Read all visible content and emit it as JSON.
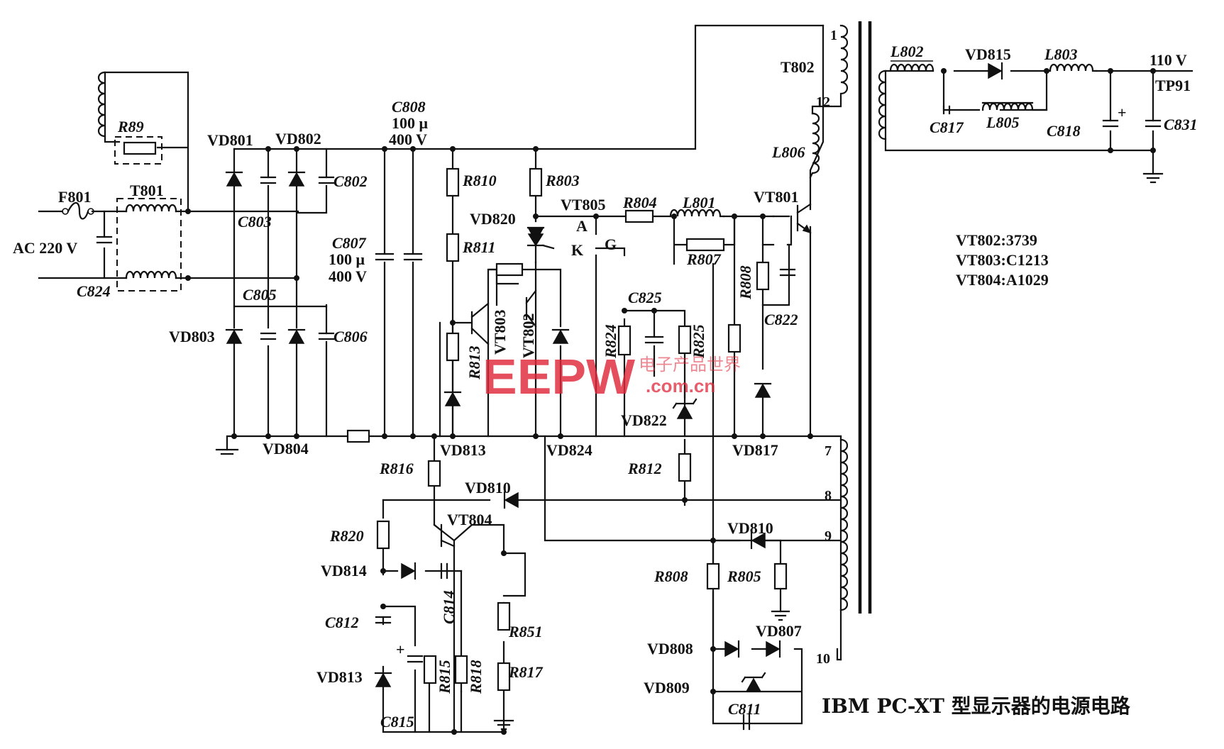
{
  "title": "IBM PC-XT 型显示器的电源电路",
  "watermark": {
    "logo": "EEPW",
    "cn": "电子产品世界",
    "url": ".com.cn"
  },
  "input": {
    "fuse": "F801",
    "source": "AC 220 V",
    "filter_cap": "C824",
    "choke": "T801",
    "bleeder": "R89"
  },
  "rectifier": {
    "diodes": [
      "VD801",
      "VD802",
      "VD803",
      "VD804"
    ],
    "caps": [
      "C803",
      "C802",
      "C805",
      "C806"
    ]
  },
  "bulk_caps": {
    "c808": "C808",
    "c808_val": "100 μ",
    "c808_v": "400 V",
    "c807": "C807",
    "c807_val": "100 μ",
    "c807_v": "400 V"
  },
  "start": {
    "r810": "R810",
    "r811": "R811",
    "r803": "R803",
    "vd820": "VD820",
    "r813": "R813",
    "vt803": "VT803",
    "vt802": "VT802"
  },
  "thyristor": {
    "vt805": "VT805",
    "a": "A",
    "k": "K",
    "g": "G",
    "r804": "R804",
    "l801": "L801",
    "r807": "R807",
    "c825": "C825",
    "r824": "R824",
    "r825": "R825",
    "vd822": "VD822"
  },
  "switch": {
    "vt801": "VT801",
    "r808": "R808",
    "c822": "C822",
    "vd817": "VD817",
    "l806": "L806"
  },
  "bottom_labels": {
    "vd804": "VD804",
    "vd813": "VD813",
    "vd824": "VD824",
    "vd817": "VD817"
  },
  "transformer": {
    "name": "T802",
    "pins": [
      "1",
      "12",
      "7",
      "8",
      "9",
      "10"
    ]
  },
  "feedback": {
    "r816": "R816",
    "vd810a": "VD810",
    "vt804": "VT804",
    "r820": "R820",
    "vd814": "VD814",
    "c814": "C814",
    "c812": "C812",
    "vd813": "VD813",
    "c815": "C815",
    "r815": "R815",
    "r818": "R818",
    "r851": "R851",
    "r817": "R817",
    "r812": "R812"
  },
  "aux": {
    "vd810b": "VD810",
    "r808b": "R808",
    "r805": "R805",
    "vd808": "VD808",
    "vd807": "VD807",
    "vd809": "VD809",
    "c811": "C811"
  },
  "output": {
    "l802": "L802",
    "vd815": "VD815",
    "l803": "L803",
    "voltage": "110 V",
    "tp": "TP91",
    "c817": "C817",
    "l805": "L805",
    "c818": "C818",
    "c831": "C831",
    "plus": "+"
  },
  "parts_notes": [
    "VT802:3739",
    "VT803:C1213",
    "VT804:A1029"
  ]
}
